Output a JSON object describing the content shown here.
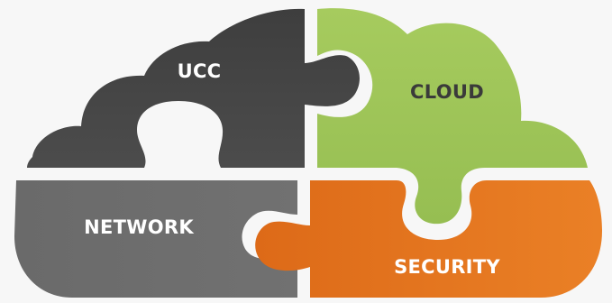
{
  "diagram": {
    "pieces": [
      {
        "id": "ucc",
        "label": "UCC",
        "color": "#454545",
        "label_color": "#ffffff"
      },
      {
        "id": "cloud",
        "label": "CLOUD",
        "color": "#9fc55a",
        "label_color": "#3a3a3a"
      },
      {
        "id": "network",
        "label": "NETWORK",
        "color": "#6b6b6b",
        "label_color": "#ffffff"
      },
      {
        "id": "security",
        "label": "SECURITY",
        "color": "#e47520",
        "label_color": "#ffffff"
      }
    ],
    "background": "#f7f7f7",
    "separator_color": "#f7f7f7"
  }
}
